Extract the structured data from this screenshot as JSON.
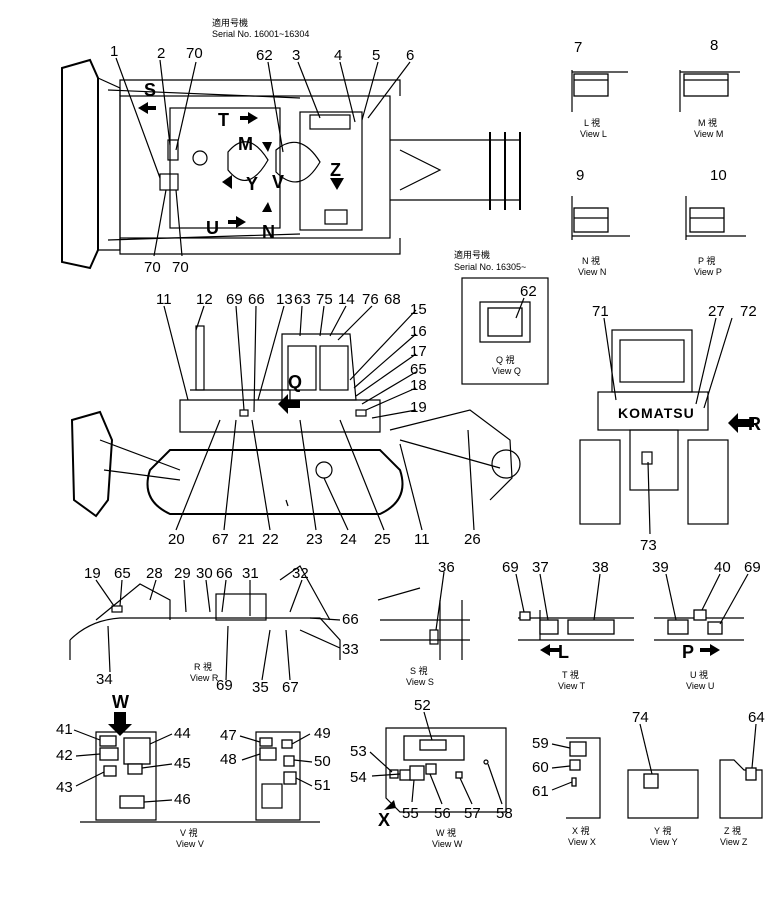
{
  "serial_notes": {
    "top_jp": "適用号機",
    "top_serial": "Serial No. 16001~16304",
    "mid_jp": "適用号機",
    "mid_serial": "Serial No. 16305~"
  },
  "brand_text": "KOMATSU",
  "view_captions": {
    "L": {
      "jp": "L 視",
      "en": "View L"
    },
    "M": {
      "jp": "M 視",
      "en": "View M"
    },
    "N": {
      "jp": "N 視",
      "en": "View N"
    },
    "P": {
      "jp": "P 視",
      "en": "View P"
    },
    "Q": {
      "jp": "Q 視",
      "en": "View Q"
    },
    "R": {
      "jp": "R 視",
      "en": "View R"
    },
    "S": {
      "jp": "S 視",
      "en": "View S"
    },
    "T": {
      "jp": "T 視",
      "en": "View T"
    },
    "U": {
      "jp": "U 視",
      "en": "View U"
    },
    "V": {
      "jp": "V 視",
      "en": "View V"
    },
    "W": {
      "jp": "W 視",
      "en": "View W"
    },
    "X": {
      "jp": "X 視",
      "en": "View X"
    },
    "Y": {
      "jp": "Y 視",
      "en": "View Y"
    },
    "Z": {
      "jp": "Z 視",
      "en": "View Z"
    }
  },
  "view_letters": {
    "S": "S",
    "T": "T",
    "M": "M",
    "Y": "Y",
    "V": "V",
    "Z": "Z",
    "U": "U",
    "N": "N",
    "Q": "Q",
    "R": "R",
    "L": "L",
    "P": "P",
    "W": "W",
    "X": "X"
  },
  "part_numbers": {
    "n1": "1",
    "n2": "2",
    "n3": "3",
    "n4": "4",
    "n5": "5",
    "n6": "6",
    "n7": "7",
    "n8": "8",
    "n9": "9",
    "n10": "10",
    "n11a": "11",
    "n11b": "11",
    "n12": "12",
    "n13": "13",
    "n14": "14",
    "n15": "15",
    "n16": "16",
    "n17": "17",
    "n18": "18",
    "n19a": "19",
    "n19b": "19",
    "n20": "20",
    "n21": "21",
    "n22": "22",
    "n23": "23",
    "n24": "24",
    "n25": "25",
    "n26": "26",
    "n27": "27",
    "n28": "28",
    "n29": "29",
    "n30": "30",
    "n31": "31",
    "n32": "32",
    "n33": "33",
    "n34": "34",
    "n35": "35",
    "n36": "36",
    "n37": "37",
    "n38": "38",
    "n39": "39",
    "n40": "40",
    "n41": "41",
    "n42": "42",
    "n43": "43",
    "n44": "44",
    "n45": "45",
    "n46": "46",
    "n47": "47",
    "n48": "48",
    "n49": "49",
    "n50": "50",
    "n51": "51",
    "n52": "52",
    "n53": "53",
    "n54": "54",
    "n55": "55",
    "n56": "56",
    "n57": "57",
    "n58": "58",
    "n59": "59",
    "n60": "60",
    "n61": "61",
    "n62a": "62",
    "n62b": "62",
    "n63": "63",
    "n64": "64",
    "n65a": "65",
    "n65b": "65",
    "n66a": "66",
    "n66b": "66",
    "n66c": "66",
    "n67a": "67",
    "n67b": "67",
    "n68": "68",
    "n69a": "69",
    "n69b": "69",
    "n69c": "69",
    "n69d": "69",
    "n70a": "70",
    "n70b": "70",
    "n70c": "70",
    "n71": "71",
    "n72": "72",
    "n73": "73",
    "n74": "74",
    "n75": "75",
    "n76": "76"
  }
}
